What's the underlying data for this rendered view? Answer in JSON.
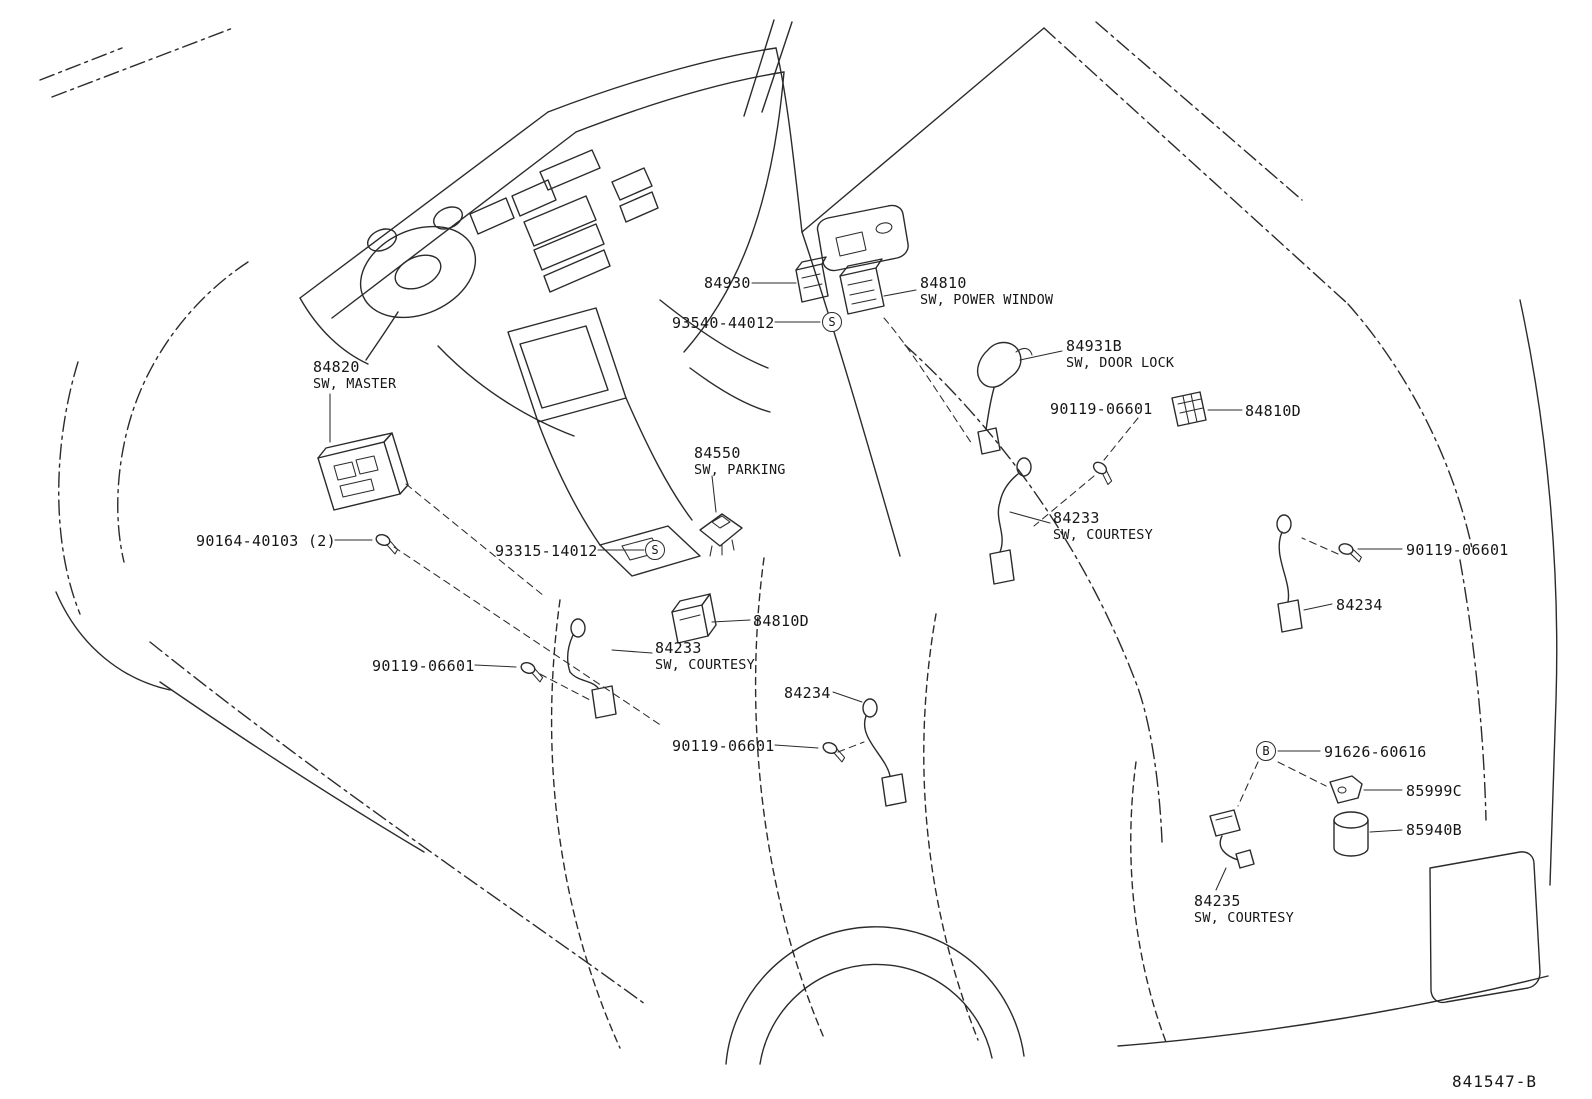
{
  "diagram": {
    "drawing_code": "841547-B",
    "markers": {
      "s": "S",
      "b": "B"
    },
    "callouts": {
      "c84930": {
        "part": "84930"
      },
      "c84810": {
        "part": "84810",
        "desc": "SW, POWER WINDOW"
      },
      "c93540": {
        "part": "93540-44012"
      },
      "c84820": {
        "part": "84820",
        "desc": "SW, MASTER"
      },
      "c84931b": {
        "part": "84931B",
        "desc": "SW, DOOR LOCK"
      },
      "c90119_a": {
        "part": "90119-06601"
      },
      "c84810d_a": {
        "part": "84810D"
      },
      "c84550": {
        "part": "84550",
        "desc": "SW, PARKING"
      },
      "c84233_a": {
        "part": "84233",
        "desc": "SW, COURTESY"
      },
      "c90164": {
        "part": "90164-40103 (2)"
      },
      "c93315": {
        "part": "93315-14012"
      },
      "c90119_b": {
        "part": "90119-06601"
      },
      "c84234_a": {
        "part": "84234"
      },
      "c84810d_b": {
        "part": "84810D"
      },
      "c84233_b": {
        "part": "84233",
        "desc": "SW, COURTESY"
      },
      "c90119_c": {
        "part": "90119-06601"
      },
      "c84234_b": {
        "part": "84234"
      },
      "c90119_d": {
        "part": "90119-06601"
      },
      "c91626": {
        "part": "91626-60616"
      },
      "c85999c": {
        "part": "85999C"
      },
      "c85940b": {
        "part": "85940B"
      },
      "c84235": {
        "part": "84235",
        "desc": "SW, COURTESY"
      }
    }
  }
}
